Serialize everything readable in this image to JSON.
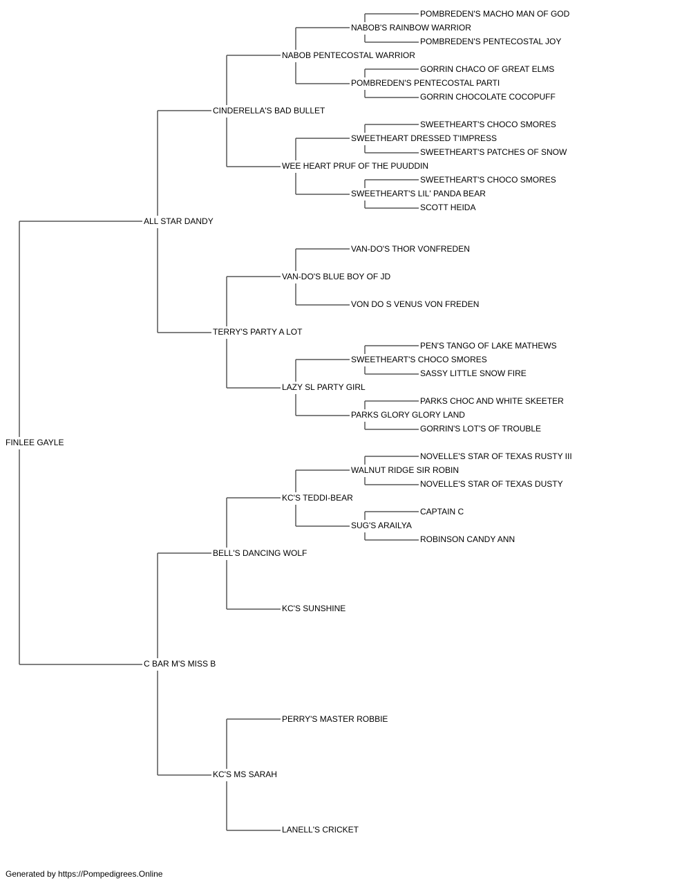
{
  "pedigree": {
    "subject": {
      "name": "FINLEE GAYLE",
      "sire": {
        "name": "ALL STAR DANDY",
        "sire": {
          "name": "CINDERELLA'S BAD BULLET",
          "sire": {
            "name": "NABOB PENTECOSTAL WARRIOR",
            "sire": {
              "name": "NABOB'S RAINBOW WARRIOR",
              "sire": {
                "name": "POMBREDEN'S MACHO MAN OF GOD"
              },
              "dam": {
                "name": "POMBREDEN'S PENTECOSTAL JOY"
              }
            },
            "dam": {
              "name": "POMBREDEN'S PENTECOSTAL PARTI",
              "sire": {
                "name": "GORRIN CHACO OF GREAT ELMS"
              },
              "dam": {
                "name": "GORRIN CHOCOLATE COCOPUFF"
              }
            }
          },
          "dam": {
            "name": "WEE HEART PRUF OF THE PUUDDIN",
            "sire": {
              "name": "SWEETHEART DRESSED T'IMPRESS",
              "sire": {
                "name": "SWEETHEART'S CHOCO SMORES"
              },
              "dam": {
                "name": "SWEETHEART'S PATCHES OF SNOW"
              }
            },
            "dam": {
              "name": "SWEETHEART'S LIL' PANDA BEAR",
              "sire": {
                "name": "SWEETHEART'S CHOCO SMORES"
              },
              "dam": {
                "name": "SCOTT HEIDA"
              }
            }
          }
        },
        "dam": {
          "name": "TERRY'S PARTY A LOT",
          "sire": {
            "name": "VAN-DO'S BLUE BOY OF JD",
            "sire": {
              "name": "VAN-DO'S THOR VONFREDEN"
            },
            "dam": {
              "name": "VON DO S VENUS VON FREDEN"
            }
          },
          "dam": {
            "name": "LAZY SL PARTY GIRL",
            "sire": {
              "name": "SWEETHEART'S CHOCO SMORES",
              "sire": {
                "name": "PEN'S TANGO OF LAKE MATHEWS"
              },
              "dam": {
                "name": "SASSY LITTLE SNOW FIRE"
              }
            },
            "dam": {
              "name": "PARKS GLORY GLORY LAND",
              "sire": {
                "name": "PARKS CHOC AND WHITE SKEETER"
              },
              "dam": {
                "name": "GORRIN'S LOT'S OF TROUBLE"
              }
            }
          }
        }
      },
      "dam": {
        "name": "C BAR M'S MISS B",
        "sire": {
          "name": "BELL'S DANCING WOLF",
          "sire": {
            "name": "KC'S TEDDI-BEAR",
            "sire": {
              "name": "WALNUT RIDGE SIR ROBIN",
              "sire": {
                "name": "NOVELLE'S STAR OF TEXAS RUSTY III"
              },
              "dam": {
                "name": "NOVELLE'S STAR OF TEXAS DUSTY"
              }
            },
            "dam": {
              "name": "SUG'S ARAILYA",
              "sire": {
                "name": "CAPTAIN C"
              },
              "dam": {
                "name": "ROBINSON CANDY ANN"
              }
            }
          },
          "dam": {
            "name": "KC'S SUNSHINE"
          }
        },
        "dam": {
          "name": "KC'S MS SARAH",
          "sire": {
            "name": "PERRY'S MASTER ROBBIE"
          },
          "dam": {
            "name": "LANELL'S CRICKET"
          }
        }
      }
    }
  },
  "footer": "Generated by https://Pompedigrees.Online"
}
